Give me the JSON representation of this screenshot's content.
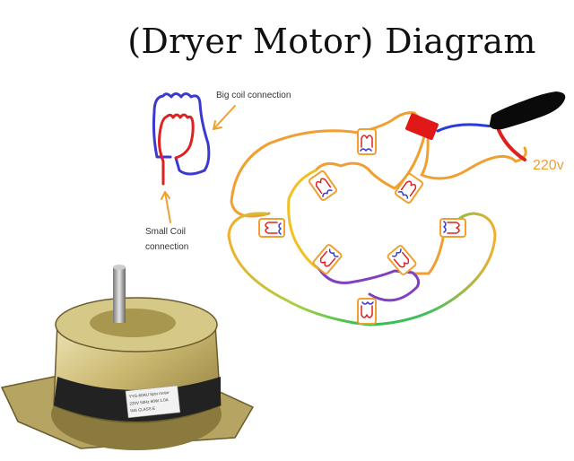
{
  "title": "(Dryer Motor) Diagram",
  "labels": {
    "big_coil": "Big coil connection",
    "small_coil_line1": "Small Coil",
    "small_coil_line2": "connection",
    "voltage": "220v"
  },
  "motor_nameplate": {
    "line1": "YYG-60AU Spin motor",
    "line2": "220V 50Hz 60W 1.0A",
    "line3": "INS CLASS E"
  },
  "colors": {
    "big_coil_wire": "#3a3ad0",
    "small_coil_wire": "#e02020",
    "orange_wire": "#f0a030",
    "yellow_wire": "#f2c020",
    "green_wire": "#55c040",
    "purple_wire": "#8040c0",
    "capacitor": "#e01818",
    "plug": "#0a0a0a",
    "blue_lead": "#2a3ad8"
  }
}
